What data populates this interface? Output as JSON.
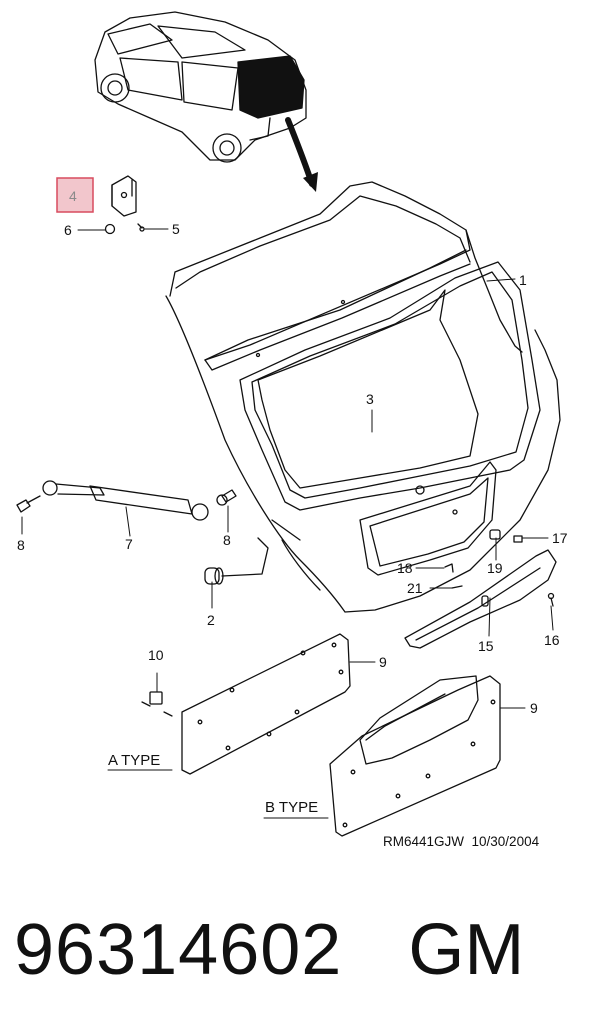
{
  "diagram": {
    "callouts": [
      "1",
      "2",
      "3",
      "4",
      "5",
      "6",
      "7",
      "8",
      "8",
      "9",
      "9",
      "10",
      "15",
      "16",
      "17",
      "18",
      "19",
      "21"
    ],
    "type_labels": {
      "a": "A TYPE",
      "b": "B TYPE"
    },
    "reference": "RM6441GJW  10/30/2004",
    "highlight_color": "#f2c6cc"
  },
  "footer": {
    "part_number": "96314602",
    "brand": "GM"
  }
}
